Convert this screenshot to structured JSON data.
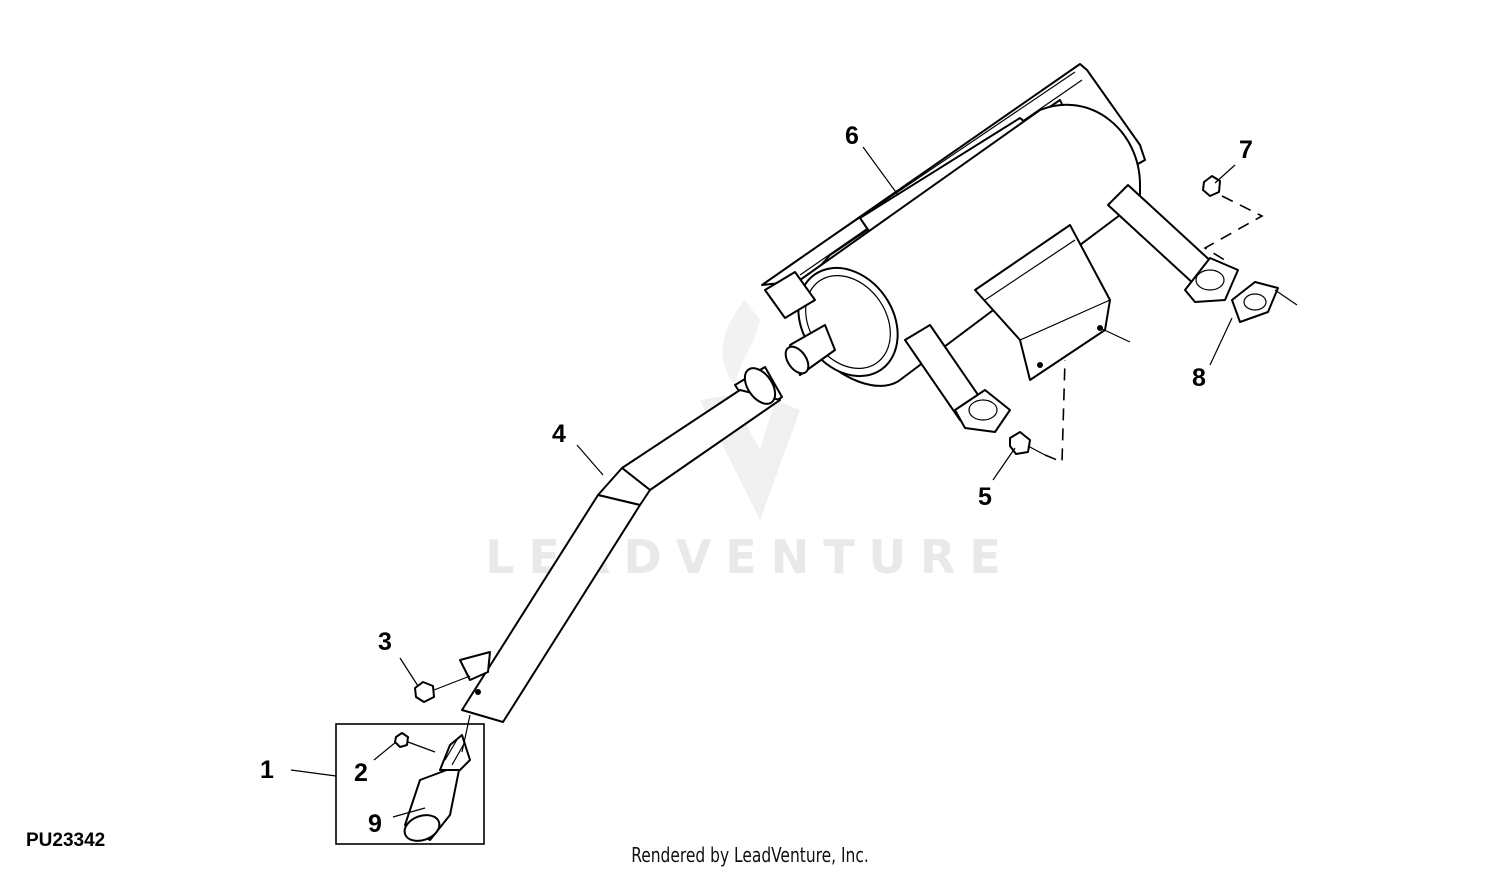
{
  "diagram": {
    "reference_code": "PU23342",
    "credit": "Rendered by LeadVenture, Inc.",
    "watermark": "LEADVENTURE",
    "callouts": [
      "1",
      "2",
      "3",
      "4",
      "5",
      "6",
      "7",
      "8",
      "9"
    ]
  }
}
